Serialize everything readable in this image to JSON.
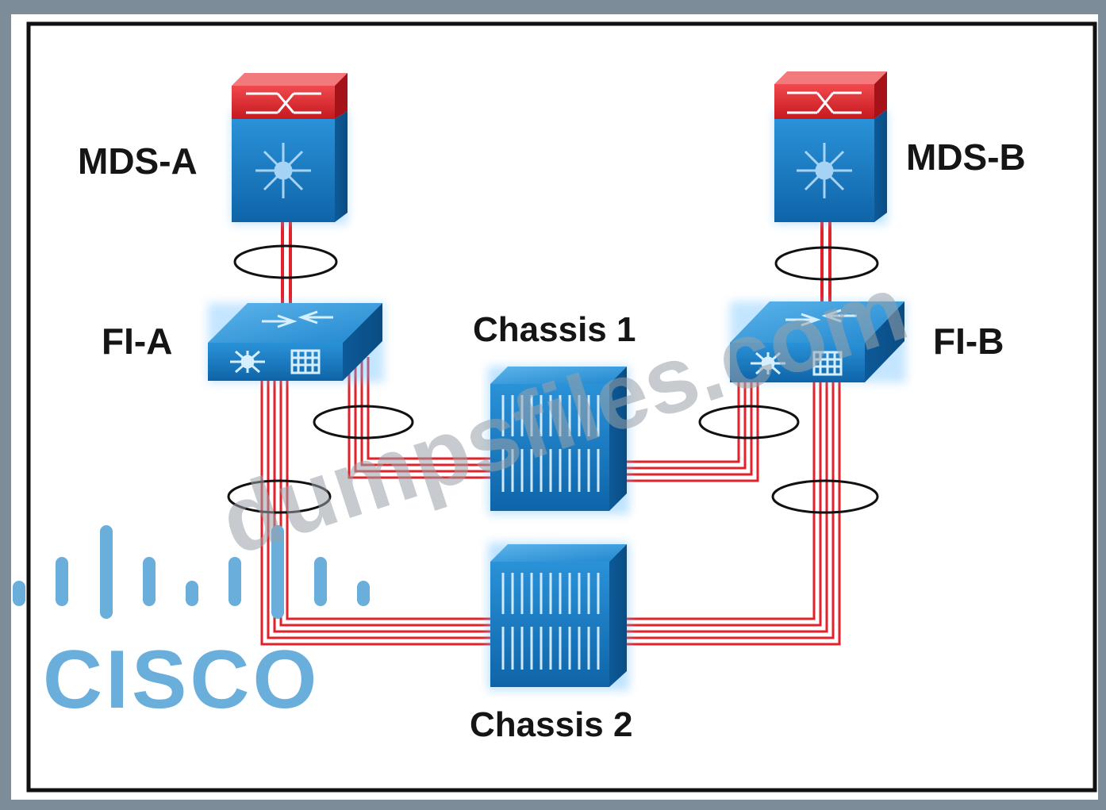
{
  "labels": {
    "mds_a": "MDS-A",
    "mds_b": "MDS-B",
    "fi_a": "FI-A",
    "fi_b": "FI-B",
    "chassis_1": "Chassis 1",
    "chassis_2": "Chassis 2"
  },
  "watermark": {
    "text": "dumpsfiles.com"
  },
  "logo": {
    "text": "CISCO"
  },
  "colors": {
    "link": "#e0222a",
    "device": "#1a7cc4",
    "device_dark": "#0e5c99",
    "mds_top": "#e0232b",
    "logo": "#6aaedc"
  },
  "icons": {
    "mds": "fabric-switch-icon",
    "fi": "fabric-interconnect-icon",
    "chassis": "blade-chassis-icon"
  }
}
